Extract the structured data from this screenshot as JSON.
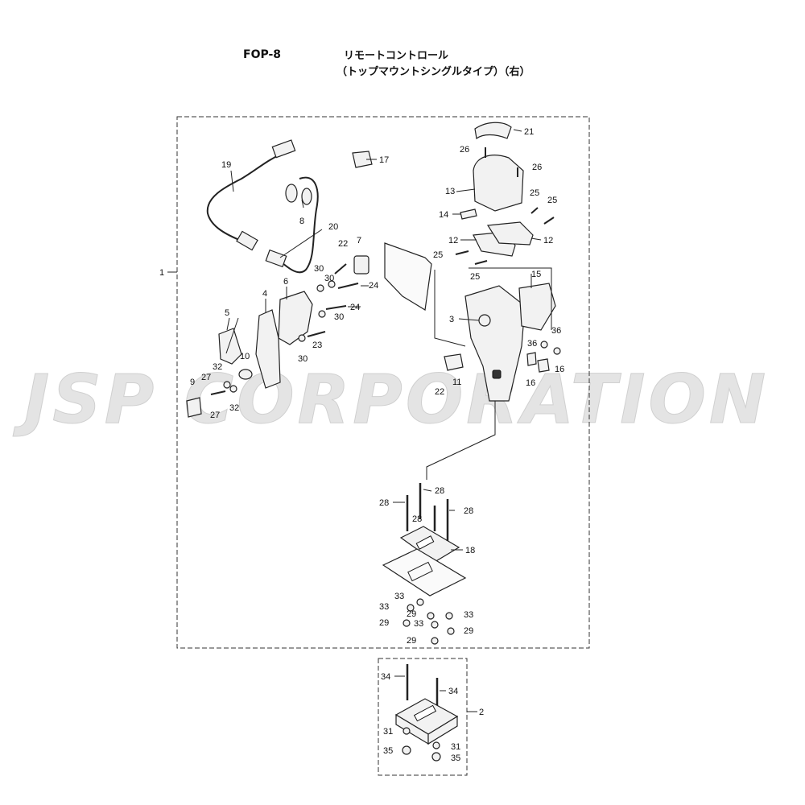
{
  "header": {
    "code": "FOP-8",
    "title_line1": "リモートコントロール",
    "title_line2": "（トップマウントシングルタイプ）（右）"
  },
  "watermark": "JSP CORPORATION",
  "callouts": {
    "c1": "1",
    "c2": "2",
    "c3": "3",
    "c4": "4",
    "c5": "5",
    "c6": "6",
    "c7": "7",
    "c8": "8",
    "c9": "9",
    "c10": "10",
    "c11": "11",
    "c12a": "12",
    "c12b": "12",
    "c13": "13",
    "c14": "14",
    "c15": "15",
    "c16a": "16",
    "c16b": "16",
    "c17": "17",
    "c18": "18",
    "c19": "19",
    "c20": "20",
    "c21": "21",
    "c22a": "22",
    "c22b": "22",
    "c23": "23",
    "c24a": "24",
    "c24b": "24",
    "c25a": "25",
    "c25b": "25",
    "c25c": "25",
    "c25d": "25",
    "c26a": "26",
    "c26b": "26",
    "c27a": "27",
    "c27b": "27",
    "c28a": "28",
    "c28b": "28",
    "c28c": "28",
    "c28d": "28",
    "c29a": "29",
    "c29b": "29",
    "c29c": "29",
    "c29d": "29",
    "c30a": "30",
    "c30b": "30",
    "c30c": "30",
    "c30d": "30",
    "c31a": "31",
    "c31b": "31",
    "c32a": "32",
    "c32b": "32",
    "c33a": "33",
    "c33b": "33",
    "c33c": "33",
    "c33d": "33",
    "c34a": "34",
    "c34b": "34",
    "c35a": "35",
    "c35b": "35",
    "c36a": "36",
    "c36b": "36"
  }
}
